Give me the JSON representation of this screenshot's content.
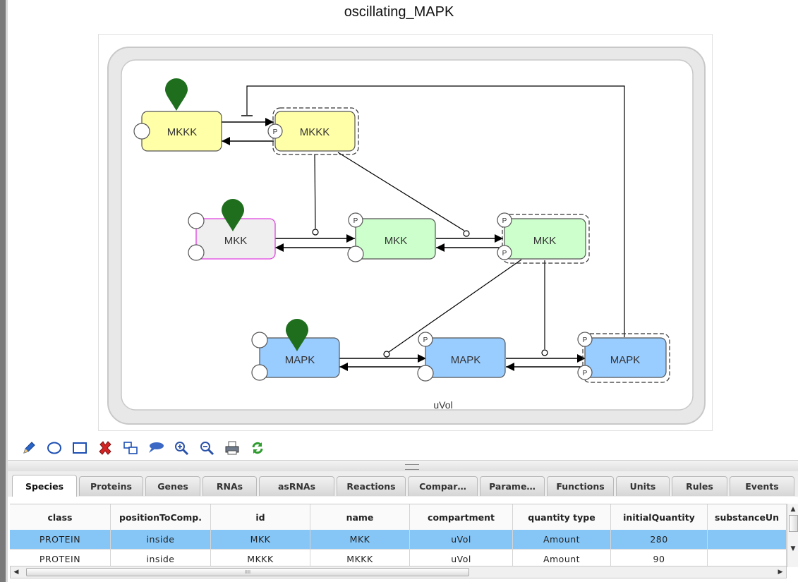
{
  "diagram": {
    "title": "oscillating_MAPK",
    "compartment_label": "uVol",
    "nodes": {
      "mkkk1": "MKKK",
      "mkkk2": "MKKK",
      "mkk1": "MKK",
      "mkk2": "MKK",
      "mkk3": "MKK",
      "mapk1": "MAPK",
      "mapk2": "MAPK",
      "mapk3": "MAPK"
    },
    "site_label": "P",
    "colors": {
      "mkkk_fill": "#ffffa8",
      "mkk_inactive_fill": "#efefef",
      "mkk_inactive_border": "#e040e0",
      "mkk_fill": "#ccffcc",
      "mapk_fill": "#99ccff",
      "pin": "#1e6e1e"
    }
  },
  "toolbar": {
    "icons": [
      "pencil-icon",
      "ellipse-icon",
      "rectangle-icon",
      "delete-icon",
      "layout-icon",
      "bubble-icon",
      "zoom-in-icon",
      "zoom-out-icon",
      "print-icon",
      "refresh-icon"
    ]
  },
  "tabs": [
    "Species",
    "Proteins",
    "Genes",
    "RNAs",
    "asRNAs",
    "Reactions",
    "Compar…",
    "Parame…",
    "Functions",
    "Units",
    "Rules",
    "Events"
  ],
  "active_tab": "Species",
  "table": {
    "columns": [
      "class",
      "positionToComp.",
      "id",
      "name",
      "compartment",
      "quantity type",
      "initialQuantity",
      "substanceUn"
    ],
    "rows": [
      [
        "PROTEIN",
        "inside",
        "MKK",
        "MKK",
        "uVol",
        "Amount",
        "280",
        ""
      ],
      [
        "PROTEIN",
        "inside",
        "MKKK",
        "MKKK",
        "uVol",
        "Amount",
        "90",
        ""
      ]
    ],
    "scroll_grip": "IIII"
  }
}
